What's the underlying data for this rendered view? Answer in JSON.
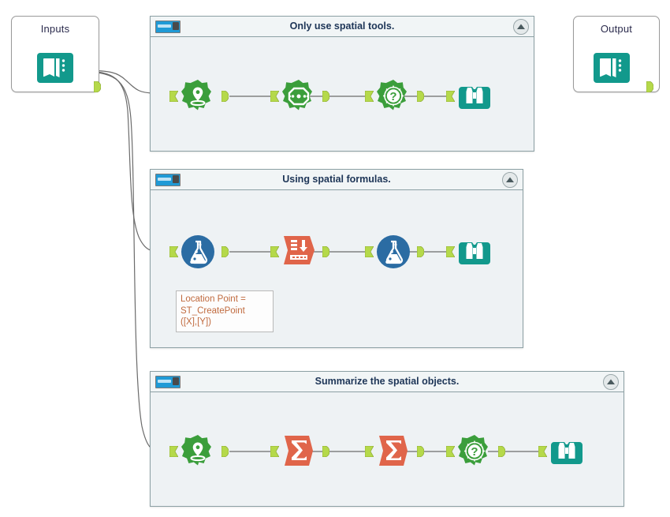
{
  "workflow": {
    "input_node": {
      "label": "Inputs",
      "icon": "macro-input-icon"
    },
    "output_node": {
      "label": "Output",
      "icon": "macro-output-icon"
    },
    "containers": [
      {
        "id": "container-only-use-spatial-tools",
        "title": "Only use spatial tools.",
        "toggle": "enabled",
        "collapse_icon": "chevron-up-icon",
        "tools": [
          {
            "name": "create-points-tool",
            "icon": "map-pin-icon",
            "color": "#3b9e3b"
          },
          {
            "name": "trade-area-tool",
            "icon": "buffer-ring-icon",
            "color": "#3b9e3b"
          },
          {
            "name": "spatial-match-tool",
            "icon": "question-compass-icon",
            "color": "#3b9e3b"
          },
          {
            "name": "browse-tool",
            "icon": "binoculars-icon",
            "color": "#12998c"
          }
        ]
      },
      {
        "id": "container-using-spatial-formulas",
        "title": "Using spatial formulas.",
        "toggle": "enabled",
        "collapse_icon": "chevron-up-icon",
        "tools": [
          {
            "name": "formula-tool",
            "icon": "flask-icon",
            "color": "#2b6ca3"
          },
          {
            "name": "select-tool",
            "icon": "select-fields-icon",
            "color": "#e0654a"
          },
          {
            "name": "formula-tool",
            "icon": "flask-icon",
            "color": "#2b6ca3"
          },
          {
            "name": "browse-tool",
            "icon": "binoculars-icon",
            "color": "#12998c"
          }
        ],
        "annotation": "Location Point =\nST_CreatePoint\n([X],[Y])"
      },
      {
        "id": "container-summarize-the-spatial-objects",
        "title": "Summarize the spatial objects.",
        "toggle": "enabled",
        "collapse_icon": "chevron-up-icon",
        "tools": [
          {
            "name": "create-points-tool",
            "icon": "map-pin-icon",
            "color": "#3b9e3b"
          },
          {
            "name": "summarize-tool",
            "icon": "sigma-icon",
            "color": "#e0654a"
          },
          {
            "name": "summarize-tool",
            "icon": "sigma-icon",
            "color": "#e0654a"
          },
          {
            "name": "spatial-match-tool",
            "icon": "question-compass-icon",
            "color": "#3b9e3b"
          },
          {
            "name": "browse-tool",
            "icon": "binoculars-icon",
            "color": "#12998c"
          }
        ]
      }
    ],
    "colors": {
      "canvas": "#ffffff",
      "container_fill": "#eef2f4",
      "container_border": "#8ca0a4",
      "header_fill": "#f1f5f6",
      "title_text": "#1d3557",
      "toggle_on": "#1f9ad6",
      "anchor_green": "#b5d94a",
      "wire": "#6b6b6b",
      "annotation_text": "#c06a3e",
      "teal": "#12998c",
      "green": "#3b9e3b",
      "orange": "#e0654a",
      "blue": "#2b6ca3"
    }
  }
}
